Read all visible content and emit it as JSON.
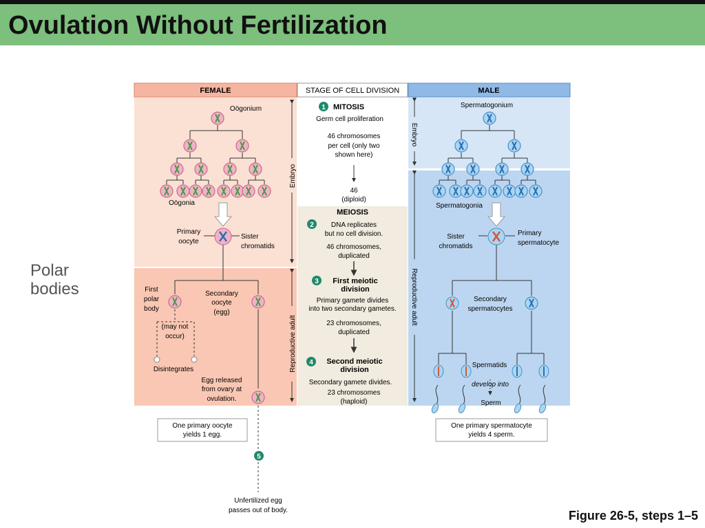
{
  "title": "Ovulation Without Fertilization",
  "side_label": "Polar bodies",
  "caption": "Figure 26-5, steps 1–5",
  "headers": {
    "female": "FEMALE",
    "stage": "STAGE OF CELL DIVISION",
    "male": "MALE"
  },
  "side_labels": {
    "embryo": "Embryo",
    "adult": "Reproductive adult"
  },
  "stages": {
    "mitosis": {
      "num": "1",
      "title": "MITOSIS",
      "desc": "Germ cell proliferation",
      "detail": [
        "46 chromosomes",
        "per cell (only two",
        "shown here)"
      ],
      "result": [
        "46",
        "(diploid)"
      ]
    },
    "meiosis_title": "MEIOSIS",
    "dna": {
      "num": "2",
      "desc": [
        "DNA replicates",
        "but no cell division."
      ],
      "detail": [
        "46 chromosomes,",
        "duplicated"
      ]
    },
    "first": {
      "num": "3",
      "title": [
        "First meiotic",
        "division"
      ],
      "desc": [
        "Primary gamete divides",
        "into two secondary gametes."
      ],
      "detail": [
        "23 chromosomes,",
        "duplicated"
      ]
    },
    "second": {
      "num": "4",
      "title": [
        "Second meiotic",
        "division"
      ],
      "desc": "Secondary gamete divides.",
      "detail": [
        "23 chromosomes",
        "(haploid)"
      ]
    }
  },
  "female": {
    "oogonium": "Oögonium",
    "oogonia": "Oögonia",
    "primary_oocyte": [
      "Primary",
      "oocyte"
    ],
    "sister_chromatids": [
      "Sister",
      "chromatids"
    ],
    "first_polar_body": [
      "First",
      "polar",
      "body"
    ],
    "secondary_oocyte": [
      "Secondary",
      "oocyte",
      "(egg)"
    ],
    "may_not_occur": [
      "(may not",
      "occur)"
    ],
    "disintegrates": "Disintegrates",
    "egg_released": [
      "Egg released",
      "from ovary at",
      "ovulation."
    ],
    "summary": [
      "One primary oocyte",
      "yields 1 egg."
    ],
    "step5_num": "5",
    "unfertilized": [
      "Unfertilized egg",
      "passes out of body."
    ]
  },
  "male": {
    "spermatogonium": "Spermatogonium",
    "spermatogonia": "Spermatogonia",
    "sister_chromatids": [
      "Sister",
      "chromatids"
    ],
    "primary_spermatocyte": [
      "Primary",
      "spermatocyte"
    ],
    "secondary_spermatocytes": [
      "Secondary",
      "spermatocytes"
    ],
    "spermatids": "Spermatids",
    "develop_into": "develop into",
    "sperm": "Sperm",
    "summary": [
      "One primary spermatocyte",
      "yields 4 sperm."
    ]
  },
  "colors": {
    "title_bar": "#7dbf7d",
    "female_panel": "#fbe0d4",
    "female_adult": "#f9c7b3",
    "male_panel": "#d6e6f7",
    "male_adult": "#bcd6f1",
    "stage_panel": "#f2ebdf",
    "step_badge": "#1f8a6b"
  }
}
